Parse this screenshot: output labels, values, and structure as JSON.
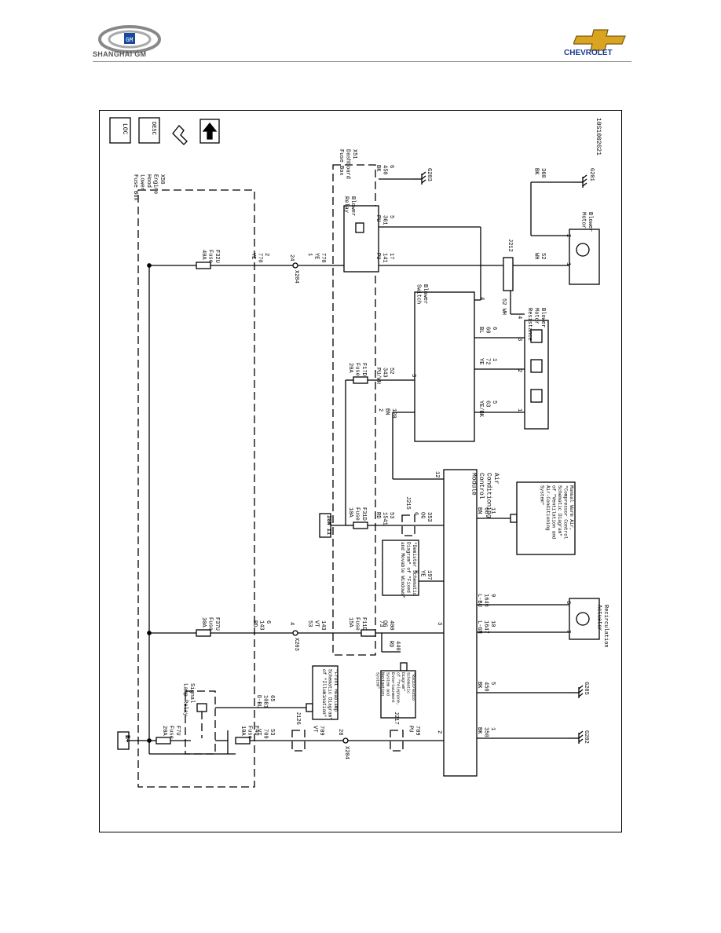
{
  "header": {
    "left_logo_text": "SHANGHAI GM",
    "right_logo_text": "CHEVROLET"
  },
  "diagram": {
    "drawing_id": "10S1002621",
    "legend_icons": {
      "loc": "LOC",
      "desc": "DESC",
      "tools": "wrench-arrow-icon",
      "arrow": "up-arrow-icon"
    },
    "boxes": {
      "x50": [
        "X50",
        "Engine",
        "Hood",
        "Lower",
        "Fuse Box"
      ],
      "x51": [
        "X51",
        "Dashboard",
        "Fuse Box"
      ],
      "signal_relay": [
        "Signal",
        "Lamp Relay"
      ],
      "blower_relay": [
        "Blower",
        "Relay"
      ],
      "blower_switch": [
        "Blower",
        "Switch"
      ],
      "blower_res": [
        "Blower",
        "Motor",
        "Resistance"
      ],
      "blower_motor": [
        "Blower",
        "Motor"
      ],
      "ac_module": [
        "Air",
        "Conditioning",
        "Control",
        "Module"
      ],
      "recirc": [
        "Recirculation",
        "Actuator"
      ],
      "manual_warm": [
        "Manual Warm Air,",
        "\"Compressor Control",
        "Schematic Diagram\"",
        "of \"Ventilation and",
        "Air-Conditioning",
        "System\""
      ],
      "demister": [
        "\"Demister Schematic",
        "Diagram\" of \"Fixed",
        "and Movable Windows\""
      ],
      "radio": [
        "\"Radio/Audio",
        "Schematic",
        "Diagram\"",
        "of \"Telephone,",
        "Entertainment",
        "System and",
        "Navigation",
        "System\""
      ],
      "front_headlamp": [
        "\"Front Headlamp",
        "Schematic Diagram\"",
        "of \"Illumination\""
      ]
    },
    "power": {
      "bplus": "B+",
      "ign": "IGN II"
    },
    "fuses": {
      "f7u": [
        "F7U",
        "Fuse",
        "20A"
      ],
      "f4u": [
        "F4U",
        "Fuse",
        "10A"
      ],
      "f37u": [
        "F37U",
        "Fuse",
        "30A"
      ],
      "f32u": [
        "F32U",
        "Fuse",
        "40A"
      ],
      "f11d": [
        "F11D",
        "Fuse",
        "15A"
      ],
      "f31d": [
        "F31D",
        "Fuse",
        "10A"
      ],
      "f17d": [
        "F17D",
        "Fuse",
        "20A"
      ]
    },
    "connectors": {
      "x204a": "X204",
      "x204b": "X204",
      "x203": "X203",
      "j126": "J126",
      "j217": "J217",
      "j215": "J215",
      "j212": "J212"
    },
    "grounds": {
      "g202": "G202",
      "g205": "G205",
      "g203": "G203",
      "g201": "G201"
    },
    "wires": {
      "w709a": [
        "53",
        "709",
        "VT"
      ],
      "w1081": [
        "65",
        "1081",
        "D-BU"
      ],
      "w709b": [
        "709",
        "VT"
      ],
      "w28": "28",
      "w709c": [
        "709",
        "PU"
      ],
      "w2a": "2",
      "w143a": [
        "6",
        "143",
        "RD"
      ],
      "w4": "4",
      "w143b": [
        "143",
        "VT",
        "53"
      ],
      "w73": "73",
      "w400": [
        "400",
        "OG"
      ],
      "w3a": "3",
      "w440": [
        "440",
        "RD"
      ],
      "w770a": [
        "2",
        "770",
        "YE"
      ],
      "w24": "24",
      "w770b": [
        "770",
        "YE",
        "1"
      ],
      "w1541": [
        "53",
        "1541",
        "RD"
      ],
      "w353": [
        "353",
        "OG",
        "6"
      ],
      "w197": [
        "197",
        "YE",
        "8"
      ],
      "w343": [
        "52",
        "343",
        "PU/WH"
      ],
      "w3b": "3",
      "w120": [
        "120",
        "BN",
        "2"
      ],
      "w12": "12",
      "w141": [
        "17",
        "141",
        "PU"
      ],
      "w361": [
        "5",
        "361",
        "PU"
      ],
      "w450a": [
        "6",
        "450",
        "BK"
      ],
      "w4b": "4",
      "w350": [
        "1",
        "350",
        "BK"
      ],
      "w450b": [
        "5",
        "450",
        "BK"
      ],
      "w1647": [
        "10",
        "1647",
        "L-GN"
      ],
      "w1646": [
        "9",
        "1646",
        "L-BU"
      ],
      "w66": [
        "11",
        "66",
        "BN"
      ],
      "w63": [
        "5",
        "63",
        "YE/BK"
      ],
      "w72": [
        "1",
        "72",
        "YE"
      ],
      "w60": [
        "6",
        "60",
        "BL"
      ],
      "w52wh": "52 WH",
      "w52": [
        "52",
        "WH"
      ],
      "w360": [
        "360",
        "BK"
      ],
      "p1a": "1",
      "p2a": "2",
      "p3a": "3",
      "p4a": "4",
      "p1b": "1",
      "p2b": "2",
      "p6": "6",
      "p7": "7"
    }
  }
}
